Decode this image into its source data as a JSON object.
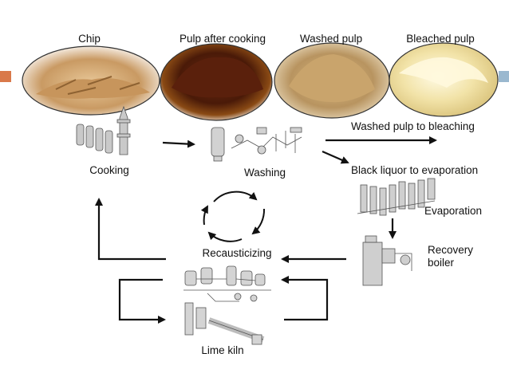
{
  "samples": [
    {
      "label": "Chip"
    },
    {
      "label": "Pulp after cooking"
    },
    {
      "label": "Washed pulp"
    },
    {
      "label": "Bleached pulp"
    }
  ],
  "stages": {
    "cooking": "Cooking",
    "washing": "Washing",
    "evaporation": "Evaporation",
    "recovery_boiler": [
      "Recovery",
      "boiler"
    ],
    "recausticizing": "Recausticizing",
    "lime_kiln": "Lime kiln"
  },
  "flows": {
    "to_bleaching": "Washed pulp to bleaching",
    "to_evaporation": "Black liquor to evaporation"
  },
  "colors": {
    "accent_left": "#d9794a",
    "accent_right": "#9ab8cf",
    "arrow": "#111111"
  }
}
